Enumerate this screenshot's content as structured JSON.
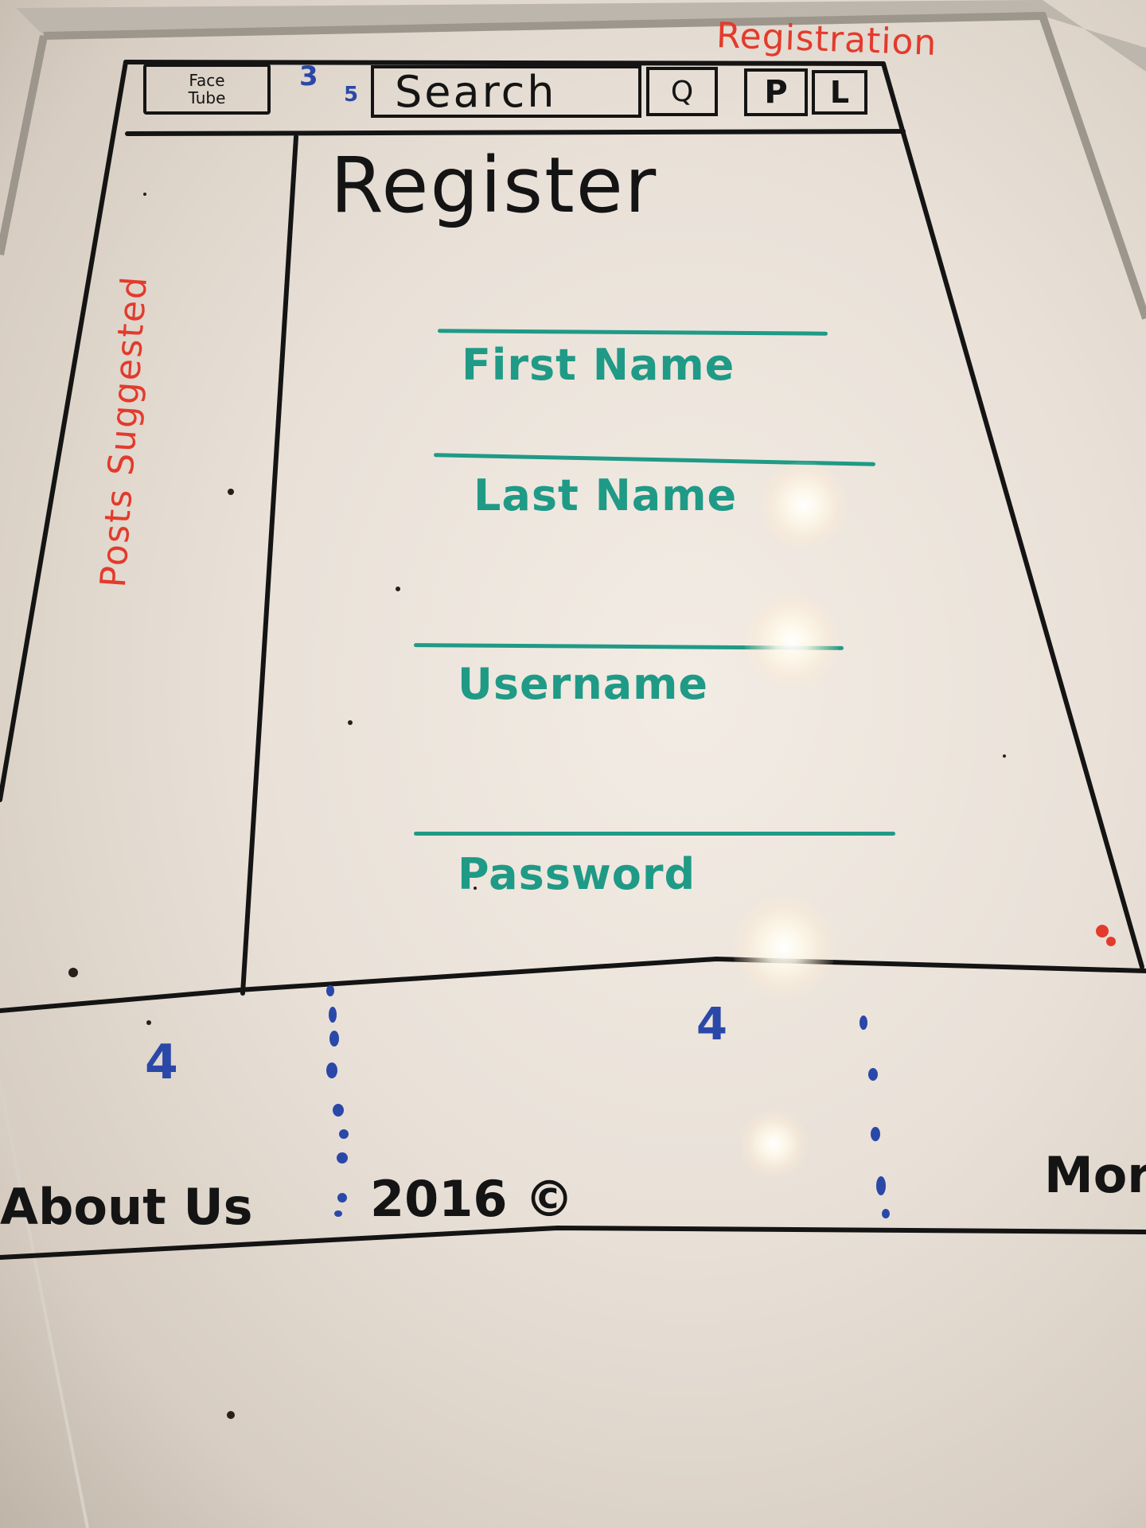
{
  "annotations": {
    "screen_name": "Registration",
    "sidebar_note": "Posts Suggested"
  },
  "header": {
    "logo_line1": "Face",
    "logo_line2": "Tube",
    "search_label": "Search",
    "search_icon": "magnifier-icon",
    "search_button_label": "Q",
    "profile_button_label": "P",
    "login_button_label": "L",
    "marker_logo": "3",
    "marker_search": "5"
  },
  "main": {
    "heading": "Register",
    "fields": [
      {
        "label": "First Name"
      },
      {
        "label": "Last Name"
      },
      {
        "label": "Username"
      },
      {
        "label": "Password"
      }
    ]
  },
  "footer": {
    "marker_left": "4",
    "marker_right": "4",
    "about_label": "About Us",
    "copyright_label": "2016 ©",
    "more_label": "Mor"
  },
  "colors": {
    "black_ink": "#141414",
    "teal_ink": "#1f9a86",
    "red_ink": "#e33a2c",
    "blue_ink": "#2a48a8"
  }
}
